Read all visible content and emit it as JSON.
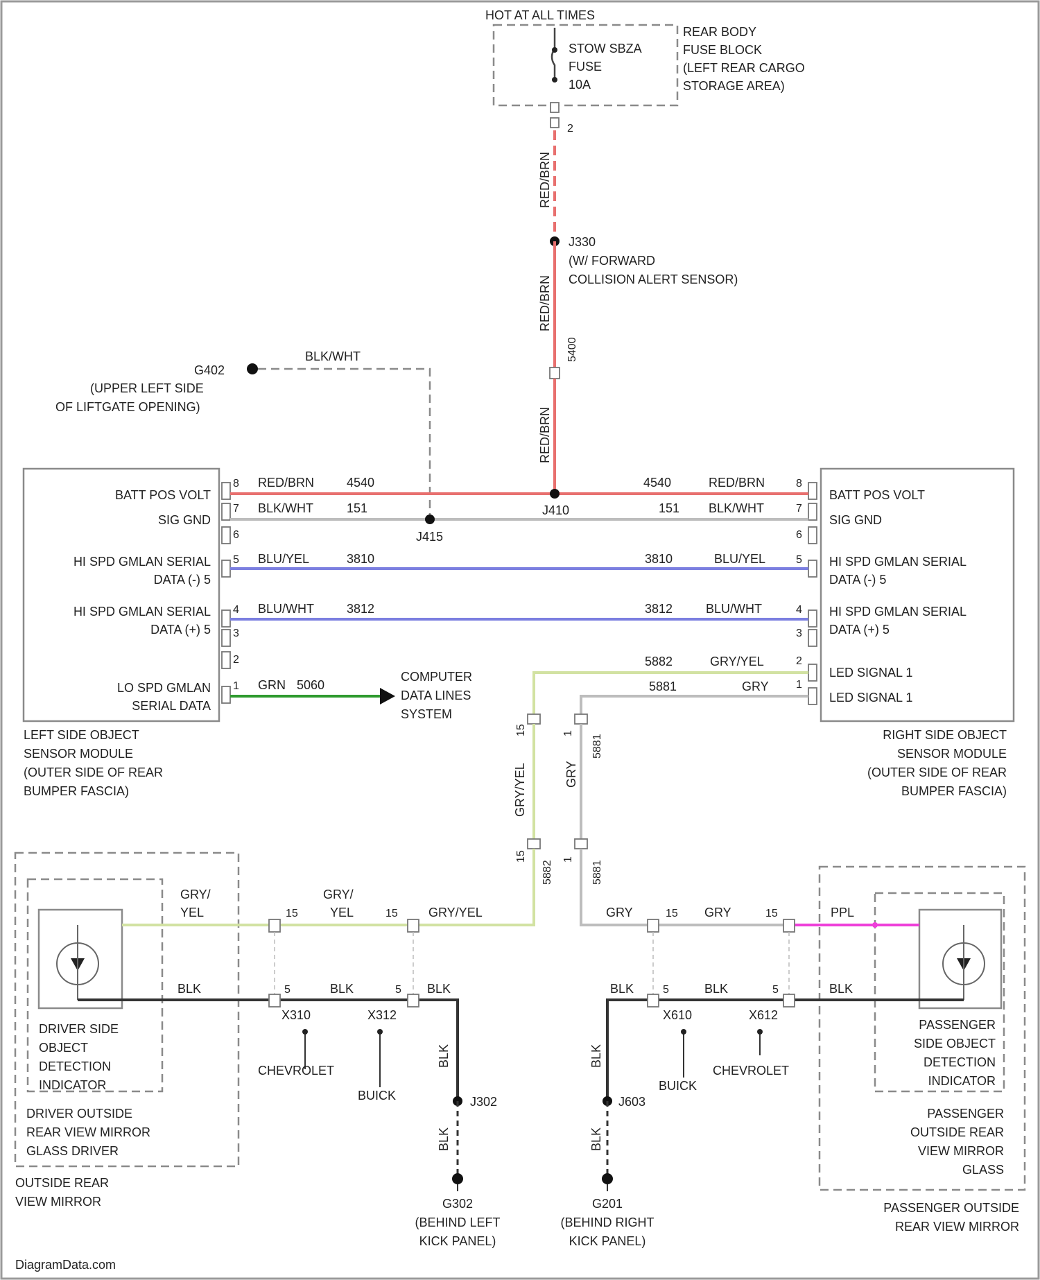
{
  "colors": {
    "red_wire": "#e8706f",
    "blue_wire": "#7b7fe0",
    "gray_wire": "#c2c2c2",
    "yellowgreen_wire": "#d2e2a2",
    "green_wire": "#2e9a2e",
    "pink_wire": "#ee3fd9",
    "black_wire": "#333333"
  },
  "top": {
    "hot_label": "HOT AT ALL TIMES",
    "fuse_name": "STOW SBZA",
    "fuse_word": "FUSE",
    "fuse_rating": "10A",
    "fuse_block": [
      "REAR BODY",
      "FUSE BLOCK",
      "(LEFT REAR CARGO",
      "STORAGE AREA)"
    ],
    "pin_out": "2",
    "wire_label_1": "RED/BRN",
    "splice_id": "J330",
    "splice_desc": [
      "(W/ FORWARD",
      "COLLISION ALERT SENSOR)"
    ],
    "wire_label_2": "RED/BRN",
    "wire_num": "5400",
    "wire_label_3": "RED/BRN"
  },
  "ground_top": {
    "id": "G402",
    "desc": [
      "(UPPER LEFT SIDE",
      "OF LIFTGATE OPENING)"
    ],
    "wire": "BLK/WHT"
  },
  "splices_mid": {
    "j410": "J410",
    "j415": "J415"
  },
  "left_module": {
    "rows": [
      {
        "pin": "8",
        "label": [
          "BATT POS VOLT"
        ],
        "color": "RED/BRN",
        "num": "4540"
      },
      {
        "pin": "7",
        "label": [
          "SIG GND"
        ],
        "color": "BLK/WHT",
        "num": "151"
      },
      {
        "pin": "6"
      },
      {
        "pin": "5",
        "label": [
          "HI SPD GMLAN SERIAL",
          "DATA (-) 5"
        ],
        "color": "BLU/YEL",
        "num": "3810"
      },
      {
        "pin": "4",
        "label": [
          "HI SPD GMLAN SERIAL",
          "DATA (+) 5"
        ],
        "color": "BLU/WHT",
        "num": "3812"
      },
      {
        "pin": "3"
      },
      {
        "pin": "2"
      },
      {
        "pin": "1",
        "label": [
          "LO SPD GMLAN",
          "SERIAL DATA"
        ],
        "color": "GRN",
        "num": "5060"
      }
    ],
    "caption": [
      "LEFT SIDE OBJECT",
      "SENSOR MODULE",
      "(OUTER SIDE OF REAR",
      "BUMPER FASCIA)"
    ]
  },
  "right_module": {
    "rows": [
      {
        "pin": "8",
        "label": [
          "BATT POS VOLT"
        ],
        "color": "RED/BRN",
        "num": "4540"
      },
      {
        "pin": "7",
        "label": [
          "SIG GND"
        ],
        "color": "BLK/WHT",
        "num": "151"
      },
      {
        "pin": "6"
      },
      {
        "pin": "5",
        "label": [
          "HI SPD GMLAN SERIAL",
          "DATA (-) 5"
        ],
        "color": "BLU/YEL",
        "num": "3810"
      },
      {
        "pin": "4",
        "label": [
          "HI SPD GMLAN SERIAL",
          "DATA (+) 5"
        ],
        "color": "BLU/WHT",
        "num": "3812"
      },
      {
        "pin": "3"
      },
      {
        "pin": "2",
        "label": [
          "LED SIGNAL 1"
        ],
        "color": "GRY/YEL",
        "num": "5882"
      },
      {
        "pin": "1",
        "label": [
          "LED SIGNAL 1"
        ],
        "color": "GRY",
        "num": "5881"
      }
    ],
    "caption": [
      "RIGHT SIDE OBJECT",
      "SENSOR MODULE",
      "(OUTER SIDE OF REAR",
      "BUMPER FASCIA)"
    ]
  },
  "computer_data": [
    "COMPUTER",
    "DATA LINES",
    "SYSTEM"
  ],
  "vertical_labels": {
    "left_color": "GRY/YEL",
    "left_num": "5882",
    "left_pin_top": "15",
    "left_pin_bottom": "15",
    "right_color": "GRY",
    "right_num": "5881",
    "right_pin_top": "1",
    "right_pin_bottom": "1"
  },
  "driver": {
    "wire_top": [
      "GRY/",
      "YEL"
    ],
    "wire_mid": [
      "GRY/",
      "YEL"
    ],
    "wire_right": "GRY/YEL",
    "pin_15a": "15",
    "pin_15b": "15",
    "blk": "BLK",
    "pin_5a": "5",
    "pin_5b": "5",
    "x310": "X310",
    "x312": "X312",
    "chevrolet": "CHEVROLET",
    "buick": "BUICK",
    "splice": "J302",
    "ground": "G302",
    "ground_desc": [
      "(BEHIND LEFT",
      "KICK PANEL)"
    ],
    "indicator_label": [
      "DRIVER SIDE",
      "OBJECT",
      "DETECTION",
      "INDICATOR"
    ],
    "glass_label": [
      "DRIVER OUTSIDE",
      "REAR VIEW MIRROR",
      "GLASS DRIVER"
    ],
    "mirror_label": [
      "OUTSIDE REAR",
      "VIEW MIRROR"
    ]
  },
  "passenger": {
    "gry": "GRY",
    "pin_15a": "15",
    "pin_15b": "15",
    "ppl": "PPL",
    "blk": "BLK",
    "pin_5a": "5",
    "pin_5b": "5",
    "x610": "X610",
    "x612": "X612",
    "chevrolet": "CHEVROLET",
    "buick": "BUICK",
    "splice": "J603",
    "ground": "G201",
    "ground_desc": [
      "(BEHIND RIGHT",
      "KICK PANEL)"
    ],
    "indicator_label": [
      "PASSENGER",
      "SIDE OBJECT",
      "DETECTION",
      "INDICATOR"
    ],
    "glass_label": [
      "PASSENGER",
      "OUTSIDE REAR",
      "VIEW MIRROR",
      "GLASS"
    ],
    "mirror_label": [
      "PASSENGER OUTSIDE",
      "REAR VIEW MIRROR"
    ]
  },
  "footer": "DiagramData.com"
}
